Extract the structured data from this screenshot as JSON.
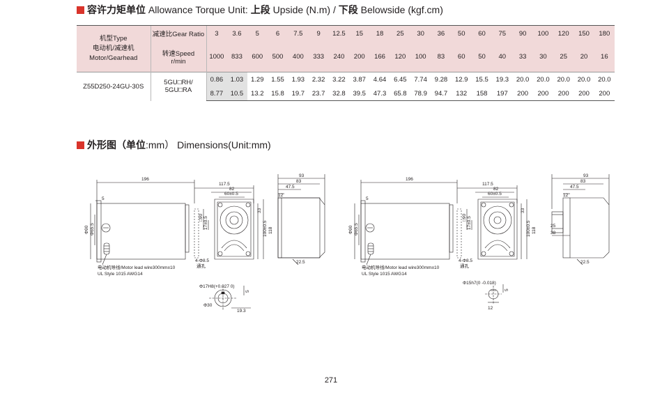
{
  "colors": {
    "accent": "#d9342b",
    "header_bg": "#f1d9d9",
    "grey_cell": "#e2e2e2"
  },
  "torque_section": {
    "title_cn": "容许力矩单位",
    "title_en": "Allowance Torque Unit:",
    "upper_cn": "上段",
    "upper_en": "Upside (N.m) /",
    "lower_cn": "下段",
    "lower_en": "Belowside (kgf.cm)"
  },
  "table": {
    "model_label_1": "机型Type",
    "model_label_2": "电动机/减速机",
    "model_label_3": "Motor/Gearhead",
    "ratio_label": "减速比Gear Ratio",
    "speed_label_1": "转速Speed",
    "speed_label_2": "r/min",
    "ratios": [
      "3",
      "3.6",
      "5",
      "6",
      "7.5",
      "9",
      "12.5",
      "15",
      "18",
      "25",
      "30",
      "36",
      "50",
      "60",
      "75",
      "90",
      "100",
      "120",
      "150",
      "180"
    ],
    "speeds": [
      "1000",
      "833",
      "600",
      "500",
      "400",
      "333",
      "240",
      "200",
      "166",
      "120",
      "100",
      "83",
      "60",
      "50",
      "40",
      "33",
      "30",
      "25",
      "20",
      "16"
    ],
    "model": "Z55D250-24GU-30S",
    "gearhead_1": "5GU□RH/",
    "gearhead_2": "5GU□RA",
    "torque_nm": [
      "0.86",
      "1.03",
      "1.29",
      "1.55",
      "1.93",
      "2.32",
      "3.22",
      "3.87",
      "4.64",
      "6.45",
      "7.74",
      "9.28",
      "12.9",
      "15.5",
      "19.3",
      "20.0",
      "20.0",
      "20.0",
      "20.0",
      "20.0"
    ],
    "torque_kgfcm": [
      "8.77",
      "10.5",
      "13.2",
      "15.8",
      "19.7",
      "23.7",
      "32.8",
      "39.5",
      "47.3",
      "65.8",
      "78.9",
      "94.7",
      "132",
      "158",
      "197",
      "200",
      "200",
      "200",
      "200",
      "200"
    ]
  },
  "dimension_section": {
    "title_cn": "外形图（单位",
    "title_mid": ":mm）",
    "title_en": "Dimensions(Unit:mm)"
  },
  "drawing_left": {
    "d_196": "196",
    "d_117_5": "117.5",
    "d_82": "82",
    "d_60": "60±0.5",
    "d_5": "5",
    "d_phi90": "Φ90",
    "d_phi65": "Φ65.5",
    "d_sq90": "□90",
    "d_17": "17±0.5",
    "d_33": "33",
    "d_100": "100±0.5",
    "d_118": "118",
    "d_93": "93",
    "d_83": "83",
    "d_47_5": "47.5",
    "d_12": "12",
    "d_22_5": "22.5",
    "hole": "4-Φ8.5",
    "hole_note": "通孔",
    "lead_note": "电动机导线/Motor lead wire300mm±10",
    "ul_note": "UL Style 1015 AWG14",
    "bore": "Φ17H8(+0.027 0)",
    "bore_phi30": "Φ30",
    "bore_19_3": "19.3",
    "key_5": "5"
  },
  "drawing_right": {
    "d_196": "196",
    "d_117_5": "117.5",
    "d_82": "82",
    "d_60": "60±0.5",
    "d_5": "5",
    "d_phi90": "Φ90",
    "d_phi65": "Φ65.5",
    "d_sq90": "□90",
    "d_17": "17±0.5",
    "d_33": "33",
    "d_100": "100±0.5",
    "d_118": "118",
    "d_93": "93",
    "d_83": "83",
    "d_47_5": "47.5",
    "d_12": "12",
    "d_22_5": "22.5",
    "d_25": "25",
    "d_38": "38",
    "hole": "4-Φ8.5",
    "hole_note": "通孔",
    "lead_note": "电动机导线/Motor lead wire300mm±10",
    "ul_note": "UL Style 1015 AWG14",
    "shaft": "Φ15h7(0 -0.018)",
    "shaft_12": "12",
    "key_5": "5"
  },
  "page_number": "271"
}
